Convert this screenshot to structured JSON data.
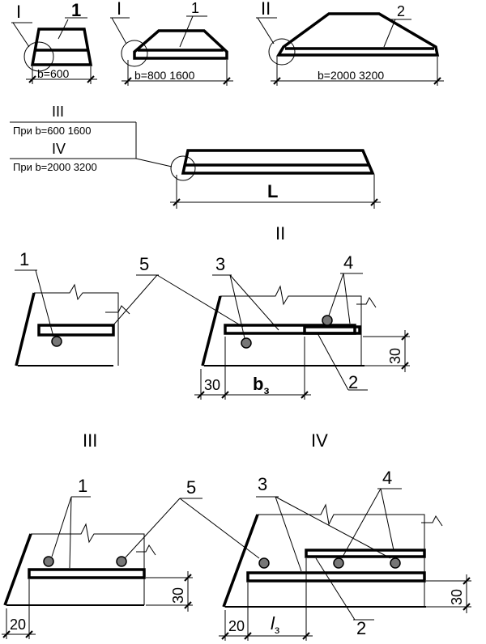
{
  "top_views": {
    "view1": {
      "callout": "I",
      "number": "1",
      "width_label": "b=600"
    },
    "view2": {
      "callout": "I",
      "number": "1",
      "width_label": "b=800  1600"
    },
    "view3": {
      "callout": "II",
      "number": "2",
      "width_label": "b=2000  3200"
    }
  },
  "long_view": {
    "legend_iii": "III",
    "legend_iii_range": "При b=600  1600",
    "legend_iv": "IV",
    "legend_iv_range": "При b=2000  3200",
    "length_label": "L"
  },
  "detail_ii": {
    "title": "II",
    "left_labels": {
      "bar": "1",
      "mesh": "5"
    },
    "right_labels": {
      "spacer": "3",
      "bars": "4",
      "mesh": "2"
    },
    "dims": {
      "edge": "30",
      "width": "b",
      "width_sub": "з",
      "height": "30"
    }
  },
  "detail_iii": {
    "title": "III",
    "labels": {
      "bars": "1",
      "mesh": "5"
    },
    "dims": {
      "edge": "20",
      "height": "30"
    }
  },
  "detail_iv": {
    "title": "IV",
    "labels": {
      "spacer": "3",
      "bars": "4",
      "mesh": "2"
    },
    "dims": {
      "edge": "20",
      "width": "l",
      "width_sub": "з",
      "height": "30"
    }
  }
}
